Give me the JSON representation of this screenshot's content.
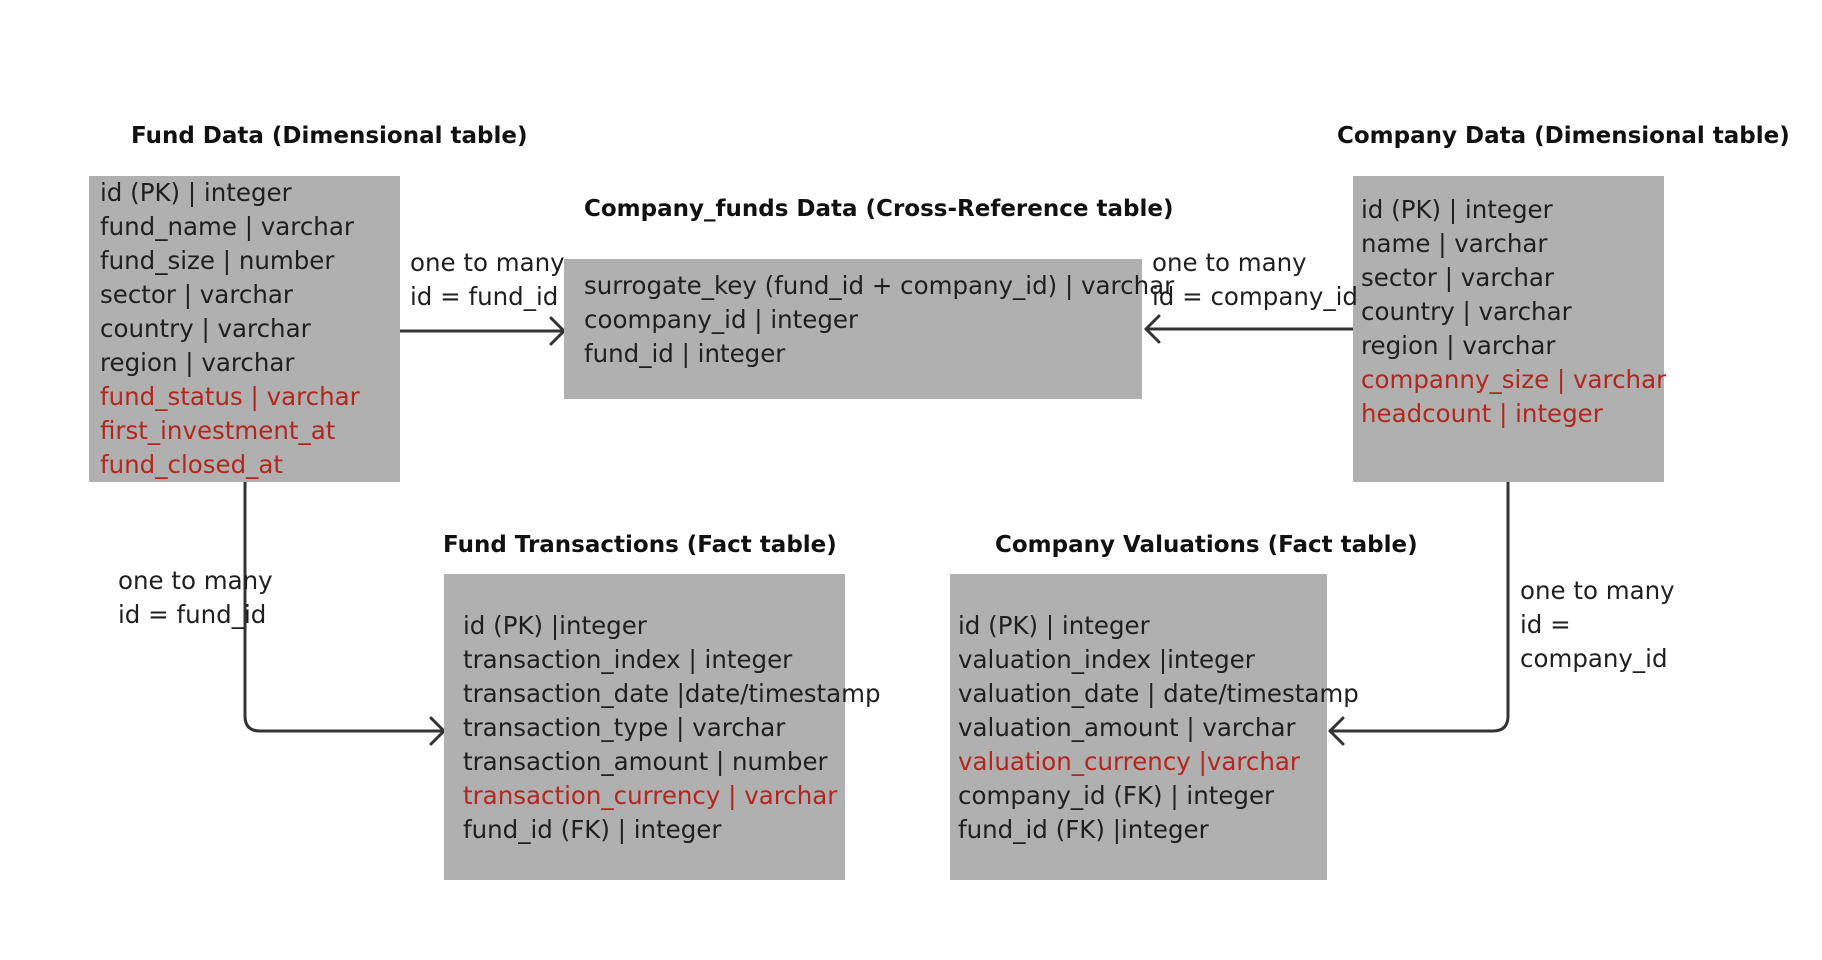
{
  "tables": {
    "fund_data": {
      "title": "Fund Data (Dimensional table)",
      "fields": [
        {
          "text": "id (PK) | integer",
          "new": false
        },
        {
          "text": "fund_name | varchar",
          "new": false
        },
        {
          "text": "fund_size | number",
          "new": false
        },
        {
          "text": "sector | varchar",
          "new": false
        },
        {
          "text": "country | varchar",
          "new": false
        },
        {
          "text": "region | varchar",
          "new": false
        },
        {
          "text": "fund_status | varchar",
          "new": true
        },
        {
          "text": "first_investment_at",
          "new": true
        },
        {
          "text": "fund_closed_at",
          "new": true
        }
      ]
    },
    "company_funds": {
      "title": "Company_funds Data (Cross-Reference table)",
      "fields": [
        {
          "text": "surrogate_key (fund_id + company_id) | varchar",
          "new": false
        },
        {
          "text": "coompany_id | integer",
          "new": false
        },
        {
          "text": "fund_id | integer",
          "new": false
        }
      ]
    },
    "company_data": {
      "title": "Company Data (Dimensional table)",
      "fields": [
        {
          "text": "id (PK) | integer",
          "new": false
        },
        {
          "text": "name | varchar",
          "new": false
        },
        {
          "text": "sector | varchar",
          "new": false
        },
        {
          "text": "country | varchar",
          "new": false
        },
        {
          "text": "region | varchar",
          "new": false
        },
        {
          "text": "companny_size | varchar",
          "new": true
        },
        {
          "text": "headcount | integer",
          "new": true
        }
      ]
    },
    "fund_transactions": {
      "title": "Fund Transactions (Fact table)",
      "fields": [
        {
          "text": "id (PK) |integer",
          "new": false
        },
        {
          "text": "transaction_index | integer",
          "new": false
        },
        {
          "text": "transaction_date |date/timestamp",
          "new": false
        },
        {
          "text": "transaction_type | varchar",
          "new": false
        },
        {
          "text": "transaction_amount | number",
          "new": false
        },
        {
          "text": "transaction_currency | varchar",
          "new": true
        },
        {
          "text": "fund_id (FK) | integer",
          "new": false
        }
      ]
    },
    "company_valuations": {
      "title": "Company Valuations (Fact table)",
      "fields": [
        {
          "text": "id (PK) | integer",
          "new": false
        },
        {
          "text": "valuation_index  |integer",
          "new": false
        },
        {
          "text": "valuation_date | date/timestamp",
          "new": false
        },
        {
          "text": "valuation_amount | varchar",
          "new": false
        },
        {
          "text": "valuation_currency |varchar",
          "new": true
        },
        {
          "text": "company_id (FK) | integer",
          "new": false
        },
        {
          "text": "fund_id (FK) |integer",
          "new": false
        }
      ]
    }
  },
  "relationships": {
    "fund_to_company_funds": {
      "cardinality": "one to many",
      "key": "id = fund_id"
    },
    "company_to_company_funds": {
      "cardinality": "one to many",
      "key": "id = company_id"
    },
    "fund_to_transactions": {
      "cardinality": "one to many",
      "key": "id = fund_id"
    },
    "company_to_valuations": {
      "cardinality": "one to many",
      "key_line1": "id =",
      "key_line2": "company_id"
    }
  },
  "colors": {
    "box_fill": "#b0b0b0",
    "new_field": "#b3261e",
    "arrow": "#333333"
  }
}
